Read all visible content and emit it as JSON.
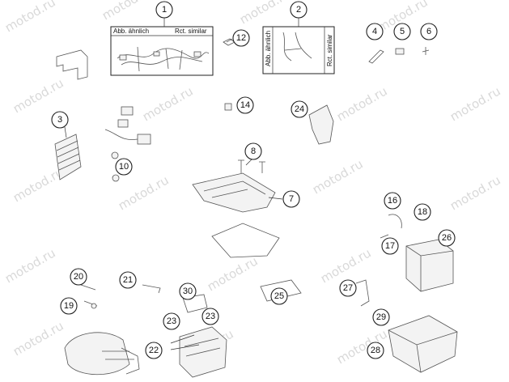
{
  "watermark": "motod.ru",
  "callouts": [
    "1",
    "2",
    "3",
    "4",
    "5",
    "6",
    "7",
    "8",
    "10",
    "12",
    "14",
    "16",
    "17",
    "18",
    "19",
    "20",
    "21",
    "22",
    "23",
    "23",
    "24",
    "25",
    "26",
    "27",
    "28",
    "29",
    "30"
  ],
  "boxes": {
    "box1": {
      "left_label": "Abb. ähnlich",
      "right_label": "Rct. similar"
    },
    "box2": {
      "left_label": "Abb. ähnlich",
      "right_label": "Rct. similar"
    }
  }
}
